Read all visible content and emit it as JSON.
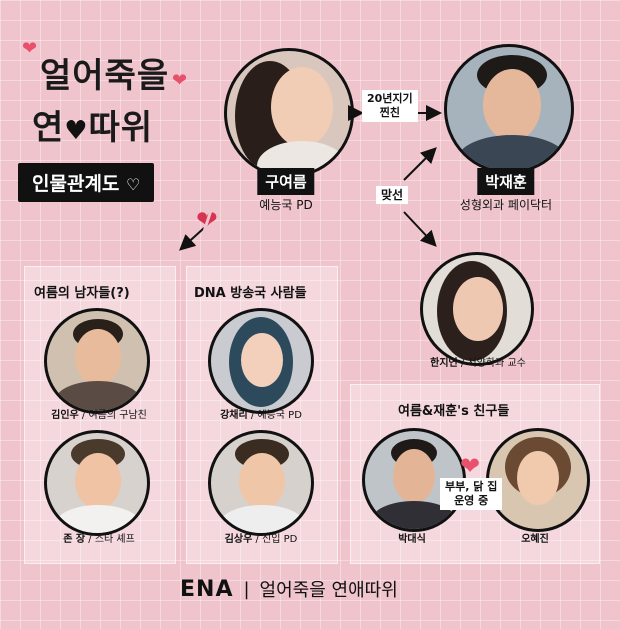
{
  "title": {
    "line1": "얼어죽을",
    "line2_a": "연",
    "line2_b": "따위",
    "subtitle": "인물관계도"
  },
  "main": [
    {
      "name": "구여름",
      "role": "예능국 PD"
    },
    {
      "name": "박재훈",
      "role": "성형외과 페이닥터"
    }
  ],
  "relations": {
    "friends": [
      "20년지기",
      "찐친"
    ],
    "blind_date": "맞선"
  },
  "han": {
    "name": "한지연",
    "role": " / 서양화과 교수"
  },
  "groups": {
    "summer_men": {
      "title": "여름의 남자들(?)",
      "people": [
        {
          "name": "김인우",
          "role": " / 여름의 구남친"
        },
        {
          "name": "존 장",
          "role": " / 스타 셰프"
        }
      ]
    },
    "dna": {
      "title": "DNA 방송국 사람들",
      "people": [
        {
          "name": "강채리",
          "role": " / 예능국 PD"
        },
        {
          "name": "김상우",
          "role": " / 신입 PD"
        }
      ]
    },
    "friends": {
      "title": "여름&재훈's 친구들",
      "people": [
        {
          "name": "박대식"
        },
        {
          "name": "오혜진"
        }
      ],
      "note": [
        "부부, 닭 집",
        "운영 중"
      ]
    }
  },
  "footer": {
    "logo": "ENA",
    "divider": "|",
    "show": "얼어죽을 연애따위"
  },
  "colors": {
    "background": "#efc4cd",
    "accent": "#e8506c",
    "dark": "#111111"
  }
}
